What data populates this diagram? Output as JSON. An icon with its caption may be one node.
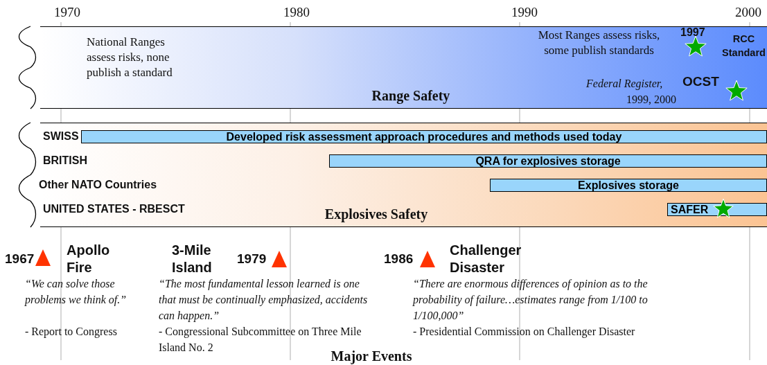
{
  "diagram": {
    "nodes": [
      {
        "text": [
          "Range Safety"
        ]
      },
      {
        "text": [
          "Explosives Safety"
        ]
      },
      {
        "text": [
          "Developed risk assessment approach procedures and methods used today"
        ],
        "in": 1
      },
      {
        "text": [
          "QRA for explosives storage"
        ],
        "in": 1
      },
      {
        "text": [
          "Explosives storage"
        ],
        "in": 1
      },
      {
        "text": [
          "SAFER"
        ],
        "in": 1
      }
    ],
    "labels": [
      "1970",
      "1980",
      "1990",
      "2000",
      "National Ranges assess risks, none publish a standard",
      "Most Ranges assess risks, some publish standards",
      "1997",
      "RCC Standard",
      "Federal Register,",
      "OCST",
      "1999, 2000",
      "SWISS",
      "BRITISH",
      "Other NATO Countries",
      "UNITED STATES - RBESCT",
      "1967",
      "Apollo Fire",
      "3-Mile Island",
      "1979",
      "1986",
      "Challenger Disaster",
      "“We can solve those problems we think of.”",
      "- Report to Congress",
      "“The most fundamental lesson learned is one that must be continually emphasized, accidents can happen.”",
      "-  Congressional Subcommittee on Three Mile Island No. 2",
      "“There are enormous differences of opinion as to the probability of failure…estimates range from 1/100 to 1/100,000”",
      "- Presidential Commission on Challenger Disaster",
      "Major Events"
    ]
  }
}
